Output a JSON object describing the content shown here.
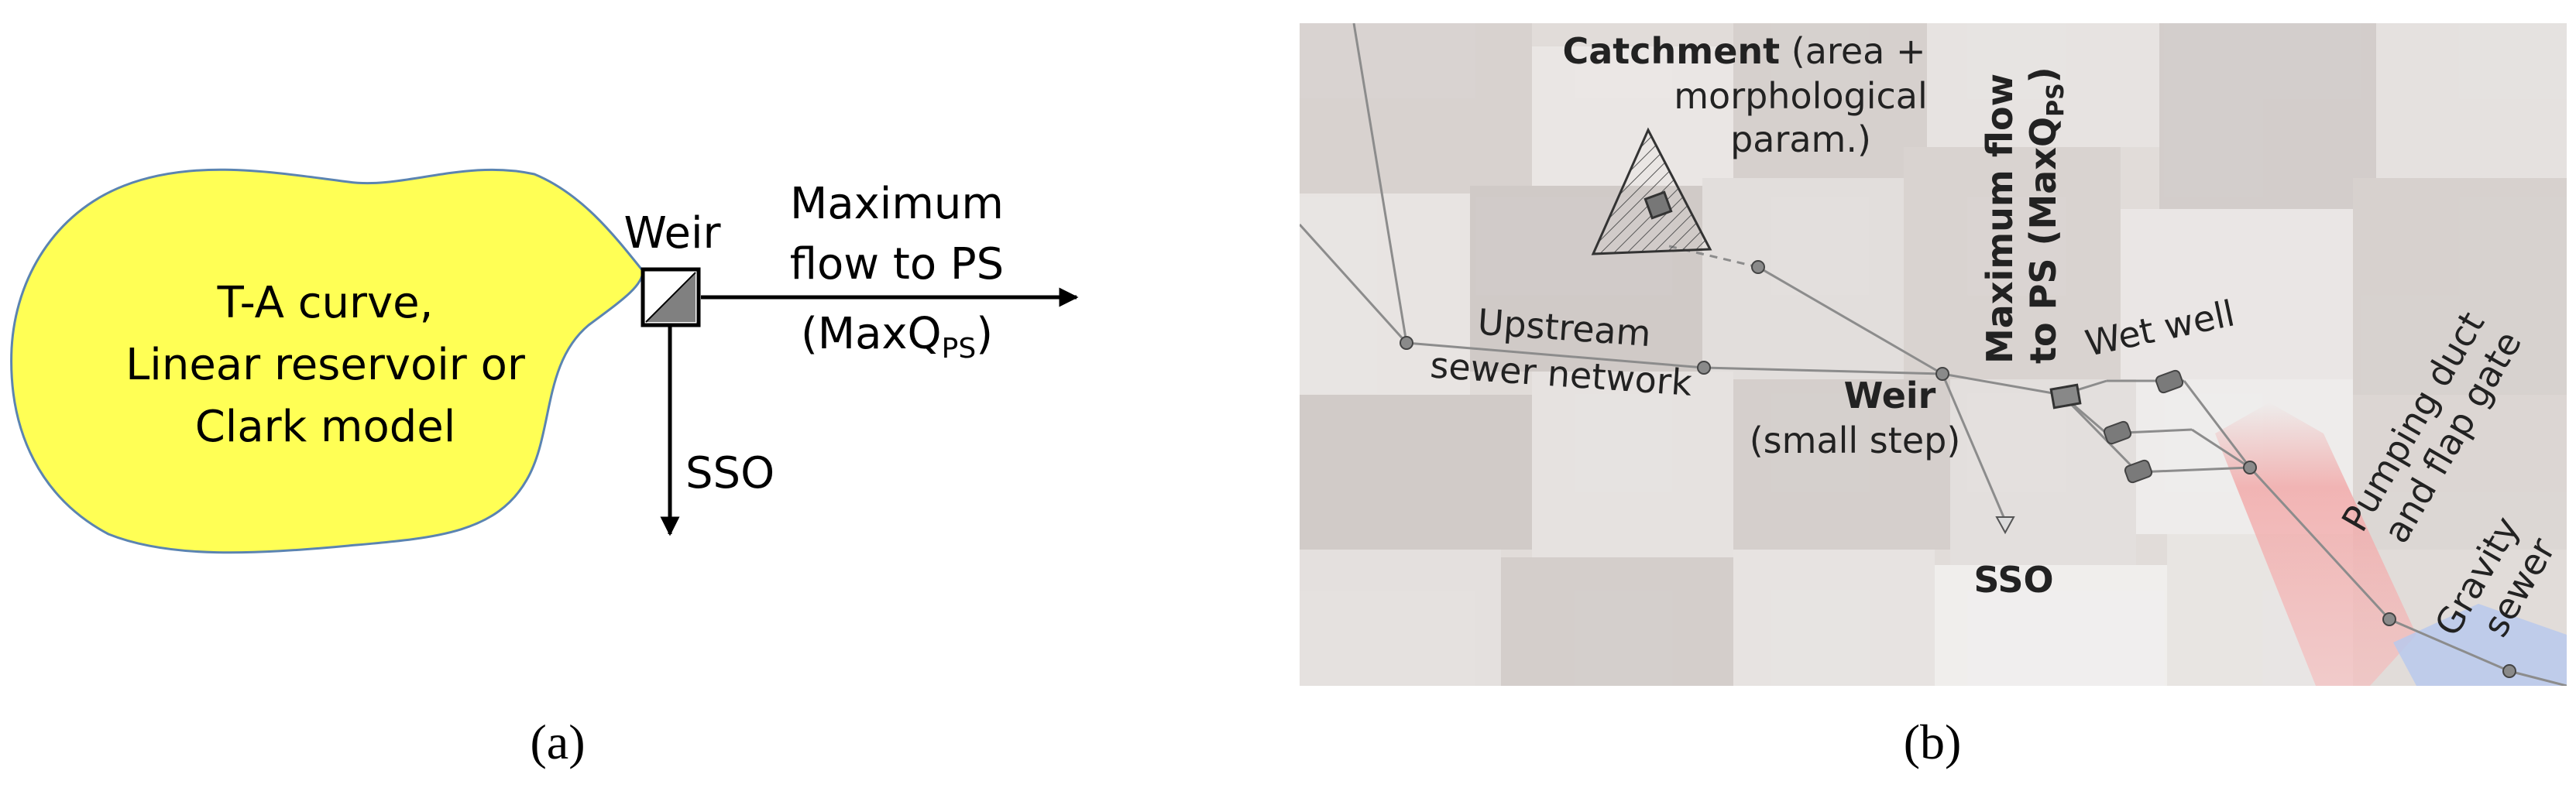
{
  "panel_a": {
    "caption": "(a)",
    "catchment_text": [
      "T-A curve,",
      "Linear reservoir or",
      "Clark model"
    ],
    "weir_label": "Weir",
    "max_flow_label": [
      "Maximum",
      "flow to PS"
    ],
    "maxq_main": "(MaxQ",
    "maxq_sub": "PS",
    "maxq_close": ")",
    "sso_label": "SSO",
    "colors": {
      "catchment_fill": "#ffff55",
      "catchment_stroke": "#5b84b1"
    }
  },
  "panel_b": {
    "caption": "(b)",
    "catchment_title": "Catchment",
    "catchment_rest_1": " (area +",
    "catchment_rest_2": "morphological",
    "catchment_rest_3": "param.)",
    "max_flow_1": "Maximum flow",
    "max_flow_2a": "to PS (MaxQ",
    "max_flow_2sub": "PS",
    "max_flow_2b": ")",
    "upstream_1": "Upstream",
    "upstream_2": "sewer network",
    "weir_title": "Weir",
    "weir_sub": "(small step)",
    "wet_well": "Wet well",
    "pumping_1": "Pumping duct",
    "pumping_2": "and flap gate",
    "gravity_1": "Gravity",
    "gravity_2": "sewer",
    "sso": "SSO"
  }
}
